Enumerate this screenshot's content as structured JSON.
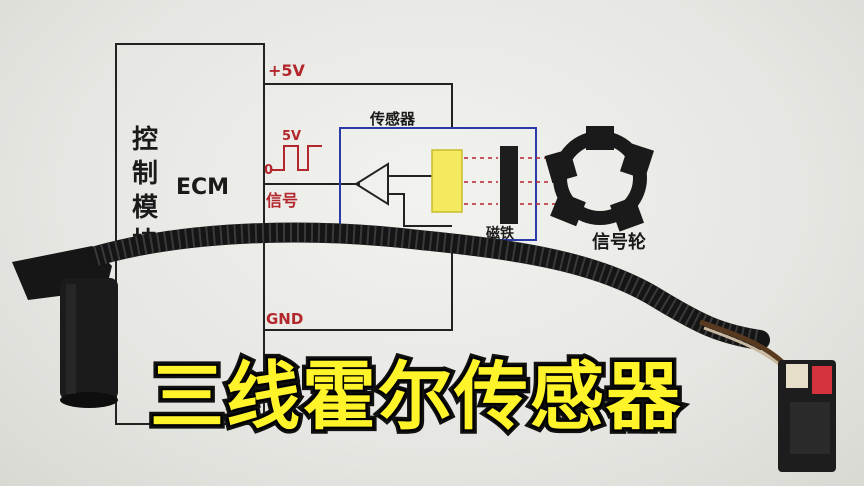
{
  "diagram": {
    "ecm_vertical": [
      "控",
      "制",
      "模",
      "块"
    ],
    "ecm_label": "ECM",
    "vcc_label": "+5V",
    "pulse_label": "5V",
    "zero_label": "0",
    "signal_label": "信号",
    "sensor_label": "传感器",
    "magnet_label": "磁铁",
    "wheel_label": "信号轮",
    "gnd_label": "GND"
  },
  "caption": "三线霍尔传感器",
  "colors": {
    "caption_fill": "#fff32a",
    "caption_stroke": "#111111",
    "sensor_box": "#2a3aa8",
    "hall_element": "#f3ea5f",
    "annotation_red": "#b3262c",
    "cable": "#151515"
  }
}
